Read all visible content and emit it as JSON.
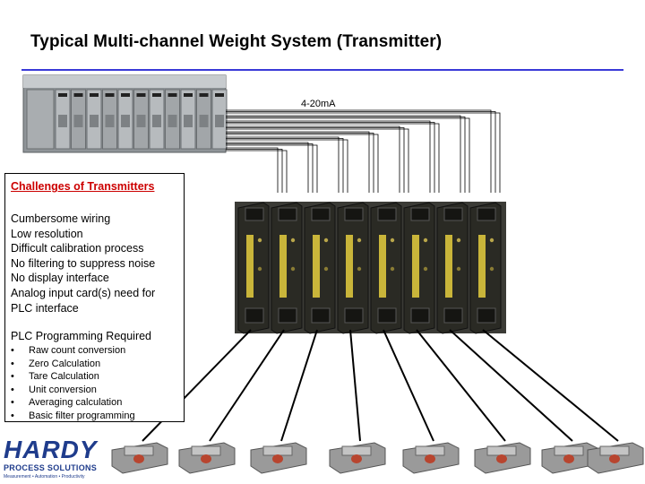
{
  "slide": {
    "title": "Typical Multi-channel Weight System (Transmitter)"
  },
  "diagram": {
    "signal_label": "4-20mA",
    "transmitter_count": 8,
    "load_cell_count": 8
  },
  "challenges": {
    "heading": "Challenges of Transmitters",
    "items": [
      "Cumbersome wiring",
      "Low resolution",
      "Difficult calibration process",
      "No filtering to suppress noise",
      "No display interface",
      "Analog input card(s) need for",
      "PLC interface"
    ],
    "plc_heading": "PLC Programming Required",
    "plc_items": [
      "Raw count conversion",
      "Zero Calculation",
      "Tare Calculation",
      "Unit conversion",
      "Averaging calculation",
      "Basic filter programming"
    ]
  },
  "logo": {
    "name": "HARDY",
    "sub": "PROCESS SOLUTIONS",
    "tagline": "Measurement • Automation • Productivity"
  },
  "colors": {
    "title_rule": "#3a3ad8",
    "heading_red": "#cc0000",
    "logo_blue": "#1f3c8c",
    "transmitter_body": "#2a2a24",
    "transmitter_label": "#c9b53a",
    "load_cell": "#9a9a9a"
  }
}
